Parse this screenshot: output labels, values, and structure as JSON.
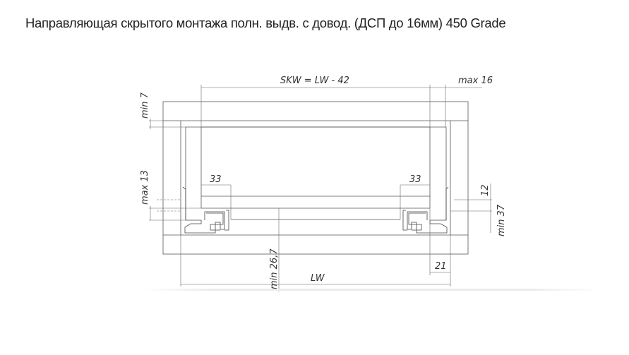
{
  "title": "Направляющая скрытого монтажа полн. выдв. с довод. (ДСП до 16мм) 450 Grade",
  "drawing": {
    "skw_label": "SKW = LW - 42",
    "max16": "max 16",
    "min7": "min 7",
    "max13": "max 13",
    "dim33_left": "33",
    "dim33_right": "33",
    "dim12": "12",
    "min37": "min 37",
    "min26_7": "min 26,7",
    "lw": "LW",
    "dim21": "21"
  }
}
